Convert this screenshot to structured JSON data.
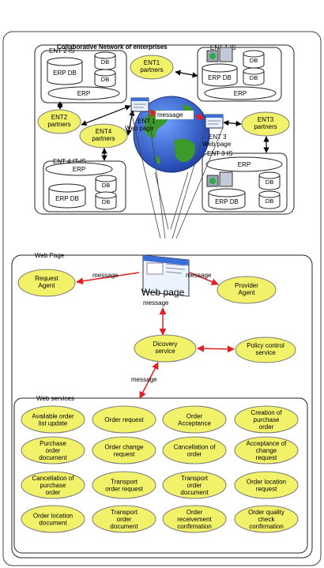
{
  "top_panel": {
    "title": "Collaborative Network of enterprises",
    "ent2_label": "ENT 2 IS",
    "ent1_label": "ENT 1 IS",
    "ent3_label": "ENT 3 IS",
    "ent4_label": "ENT 4 IT-IS",
    "erp_db": "ERP DB",
    "db": "DB",
    "erp": "ERP",
    "partners": {
      "ent1": [
        "ENT1",
        "partners"
      ],
      "ent2": [
        "ENT2",
        "partners"
      ],
      "ent3": [
        "ENT3",
        "partners"
      ],
      "ent4": [
        "ENT4",
        "partners"
      ]
    },
    "globe_ent1": "ENT 1",
    "globe_webpage1": "Web page",
    "globe_ent3": "ENT 3",
    "globe_webpage3": "Web page",
    "message": "message"
  },
  "bottom_panel": {
    "title": "Web Page",
    "request_agent": [
      "Request",
      "Agent"
    ],
    "provider_agent": [
      "Provider",
      "Agent"
    ],
    "webpage_label": "Web page",
    "message": "message",
    "discovery": [
      "Dicovery",
      "service"
    ],
    "policy": [
      "Policy control",
      "service"
    ],
    "services_title": "Web services",
    "services": [
      [
        "Available order",
        "list update"
      ],
      [
        "Order request"
      ],
      [
        "Order",
        "Acceptance"
      ],
      [
        "Creation of",
        "purchase",
        "order"
      ],
      [
        "Purchase",
        "order",
        "document"
      ],
      [
        "Order change",
        "request"
      ],
      [
        "Cancellation of",
        "order"
      ],
      [
        "Acceptance of",
        "change",
        "request"
      ],
      [
        "Cancellation of",
        "purchase",
        "order"
      ],
      [
        "Transport",
        "order request"
      ],
      [
        "Transport",
        "order",
        "document"
      ],
      [
        "Order location",
        "request"
      ],
      [
        "Order location",
        "document"
      ],
      [
        "Transport",
        "order",
        "document"
      ],
      [
        "Order",
        "receivement",
        "confirmation"
      ],
      [
        "Order quality",
        "check",
        "confirmation"
      ]
    ]
  },
  "colors": {
    "ellipse_fill": "#f2f26a",
    "ellipse_stroke": "#7a7a7a",
    "arrow_red": "#e02020",
    "globe_ocean": "#2d64d6",
    "globe_land": "#3a9a2a"
  }
}
